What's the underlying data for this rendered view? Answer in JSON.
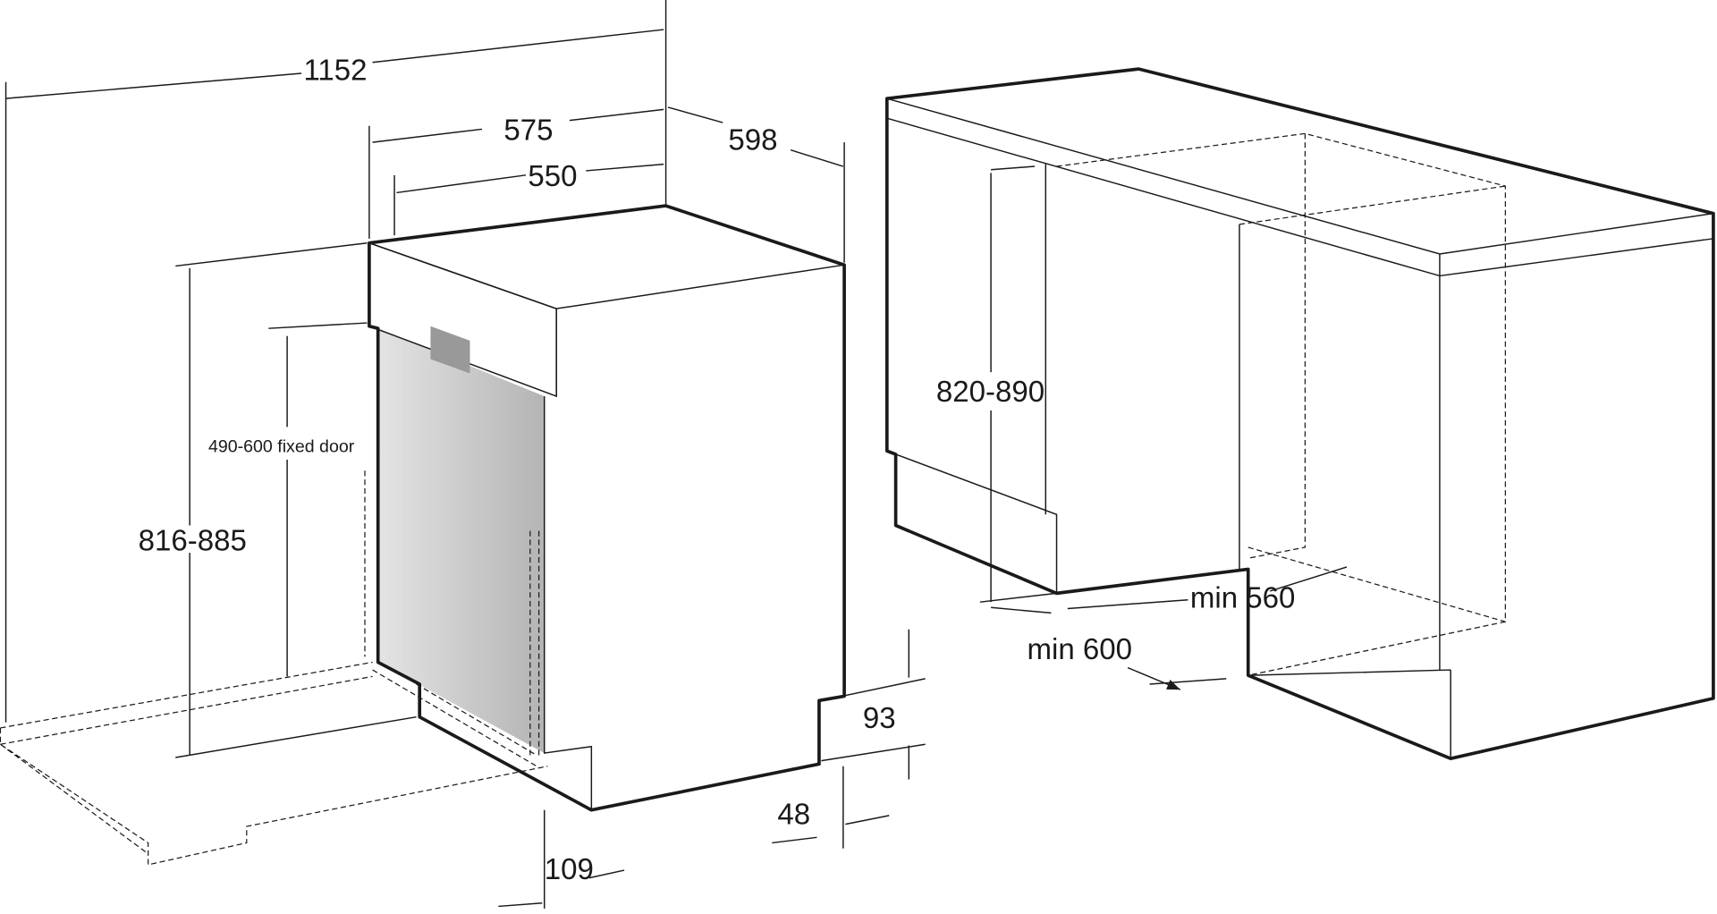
{
  "diagram": {
    "dimensions": {
      "total_depth": "1152",
      "depth_575": "575",
      "depth_550": "550",
      "width": "598",
      "height_range": "816-885",
      "fixed_door": "490-600 fixed door",
      "plinth_height": "93",
      "plinth_depth": "48",
      "door_offset": "109",
      "niche_height": "820-890",
      "niche_width": "min 560",
      "niche_depth": "min 600"
    },
    "colors": {
      "line": "#1a1a1a",
      "door_panel": "#c8c8c8"
    }
  }
}
